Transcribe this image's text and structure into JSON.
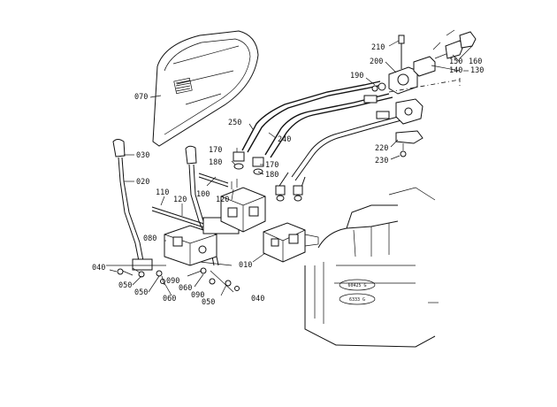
{
  "parts": {
    "p010": "010",
    "p020": "020",
    "p030": "030",
    "p040a": "040",
    "p040b": "040",
    "p050a": "050",
    "p050b": "050",
    "p050c": "050",
    "p060a": "060",
    "p060b": "060",
    "p070": "070",
    "p080": "080",
    "p090a": "090",
    "p090b": "090",
    "p100": "100",
    "p110": "110",
    "p120a": "120",
    "p120b": "120",
    "p130": "130",
    "p140": "140",
    "p150": "150",
    "p160": "160",
    "p170a": "170",
    "p170b": "170",
    "p180a": "180",
    "p180b": "180",
    "p190": "190",
    "p200": "200",
    "p210": "210",
    "p220": "220",
    "p230": "230",
    "p240": "240",
    "p250": "250"
  },
  "stamps": {
    "s1": "60425 G",
    "s2": "6333 G"
  }
}
